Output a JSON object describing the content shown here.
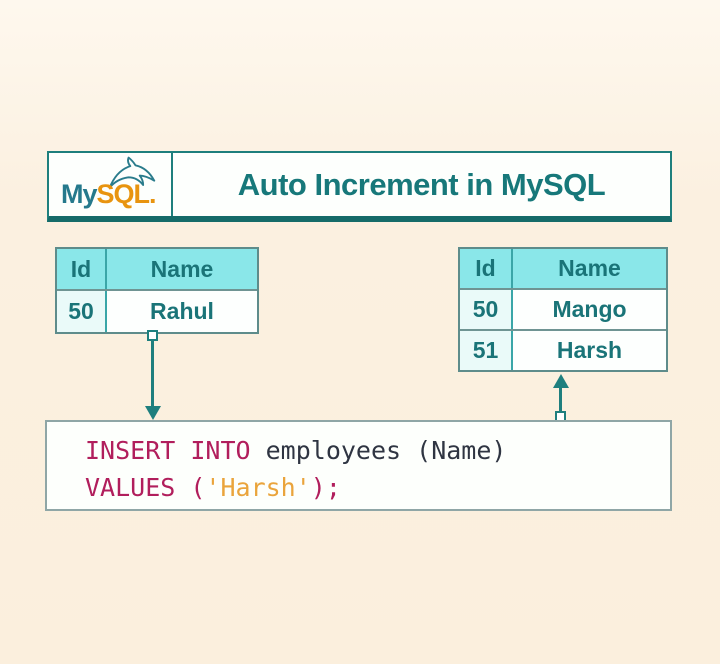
{
  "page": {
    "background_top": "#FEF8EE",
    "background_bottom": "#FBEFDD"
  },
  "header": {
    "title": "Auto Increment in MySQL",
    "title_color": "#17787A",
    "border_color": "#1E7F7D",
    "underline_color": "#156B69",
    "logo": {
      "brand_my": "My",
      "brand_sql": "SQL",
      "brand_dot": ".",
      "my_color": "#25798C",
      "sql_color": "#E8940F",
      "dolphin_icon": "mysql-dolphin-icon",
      "dolphin_color": "#2A7C8C"
    }
  },
  "table_before": {
    "columns": [
      "Id",
      "Name"
    ],
    "rows": [
      [
        "50",
        "Rahul"
      ]
    ]
  },
  "table_after": {
    "columns": [
      "Id",
      "Name"
    ],
    "rows": [
      [
        "50",
        "Mango"
      ],
      [
        "51",
        "Harsh"
      ]
    ]
  },
  "table_style": {
    "header_bg": "#8AE7E9",
    "text_color": "#1A7478",
    "outer_border": "#5E8C8B",
    "column_divider": "#3AA6A8",
    "id_cell_bg": "#EAFAF9",
    "name_cell_bg": "#FDFFFE"
  },
  "connectors": {
    "color": "#1E7F7E",
    "left_direction": "down",
    "right_direction": "up"
  },
  "code": {
    "background": "#FDFFFC",
    "border": "#8FA6A6",
    "colors": {
      "keyword": "#B11E5C",
      "plain": "#2F3542",
      "string": "#EAA43B"
    },
    "tokens": {
      "line1_keyword": "INSERT INTO",
      "line1_plain": " employees (Name)",
      "line2_keyword": "VALUES (",
      "line2_string": "'Harsh'",
      "line2_trailer": ");"
    }
  }
}
